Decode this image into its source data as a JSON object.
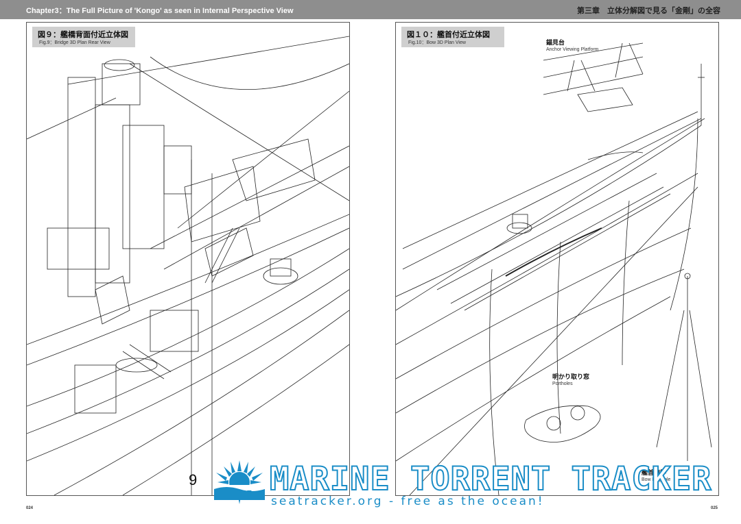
{
  "header": {
    "left_title": "Chapter3：The Full Picture of 'Kongo' as seen in Internal Perspective View",
    "right_title": "第三章　立体分解図で見る「金剛」の全容"
  },
  "figure9": {
    "label_jp": "図９：艦橋背面付近立体図",
    "label_en": "Fig.9：Bridge 3D Plan Rear View"
  },
  "figure10": {
    "label_jp": "図１０：艦首付近立体図",
    "label_en": "Fig.10：Bow 3D Plan View"
  },
  "callouts": {
    "anchor_jp": "錨見台",
    "anchor_en": "Anchor Viewing Platform",
    "porthole_jp": "明かり取り窓",
    "porthole_en": "Portholes",
    "flagpole_jp": "艦首旗竿",
    "flagpole_en": "Bow Flagpole"
  },
  "pages": {
    "left": "024",
    "right": "025",
    "overlay_number": "9"
  },
  "watermark": {
    "title": "MARINE TORRENT TRACKER",
    "subtitle": "seatracker.org - free as the ocean!",
    "color": "#1a8dc7"
  }
}
